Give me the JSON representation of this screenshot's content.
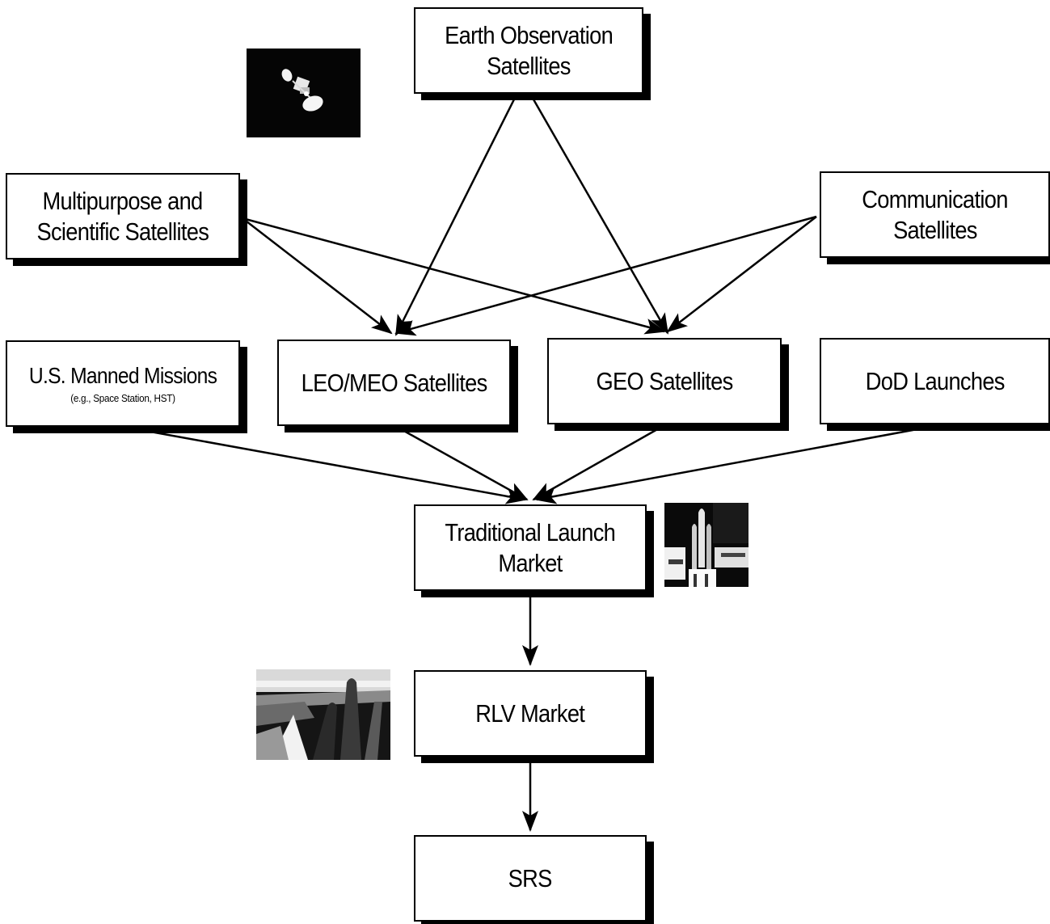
{
  "diagram": {
    "nodes": {
      "earth_observation": {
        "lines": [
          "Earth Observation",
          "Satellites"
        ]
      },
      "multipurpose": {
        "lines": [
          "Multipurpose and",
          "Scientific Satellites"
        ]
      },
      "communication": {
        "lines": [
          "Communication",
          "Satellites"
        ]
      },
      "us_manned": {
        "lines": [
          "U.S. Manned Missions"
        ],
        "sub": "(e.g., Space Station, HST)"
      },
      "leo_meo": {
        "lines": [
          "LEO/MEO Satellites"
        ]
      },
      "geo": {
        "lines": [
          "GEO Satellites"
        ]
      },
      "dod": {
        "lines": [
          "DoD Launches"
        ]
      },
      "traditional": {
        "lines": [
          "Traditional Launch",
          "Market"
        ]
      },
      "rlv": {
        "lines": [
          "RLV Market"
        ]
      },
      "srs": {
        "lines": [
          "SRS"
        ]
      }
    },
    "edges": [
      {
        "from": "earth_observation",
        "to": "leo_meo"
      },
      {
        "from": "earth_observation",
        "to": "geo"
      },
      {
        "from": "multipurpose",
        "to": "leo_meo"
      },
      {
        "from": "multipurpose",
        "to": "geo"
      },
      {
        "from": "communication",
        "to": "leo_meo"
      },
      {
        "from": "communication",
        "to": "geo"
      },
      {
        "from": "us_manned",
        "to": "traditional"
      },
      {
        "from": "leo_meo",
        "to": "traditional"
      },
      {
        "from": "geo",
        "to": "traditional"
      },
      {
        "from": "dod",
        "to": "traditional"
      },
      {
        "from": "traditional",
        "to": "rlv"
      },
      {
        "from": "rlv",
        "to": "srs"
      }
    ],
    "images": [
      {
        "name": "satellite-photo",
        "depicts": "satellite in space"
      },
      {
        "name": "rocket-launch-photo",
        "depicts": "launch vehicle on pad"
      },
      {
        "name": "rlv-vehicle-photo",
        "depicts": "reusable launch vehicle"
      }
    ]
  }
}
